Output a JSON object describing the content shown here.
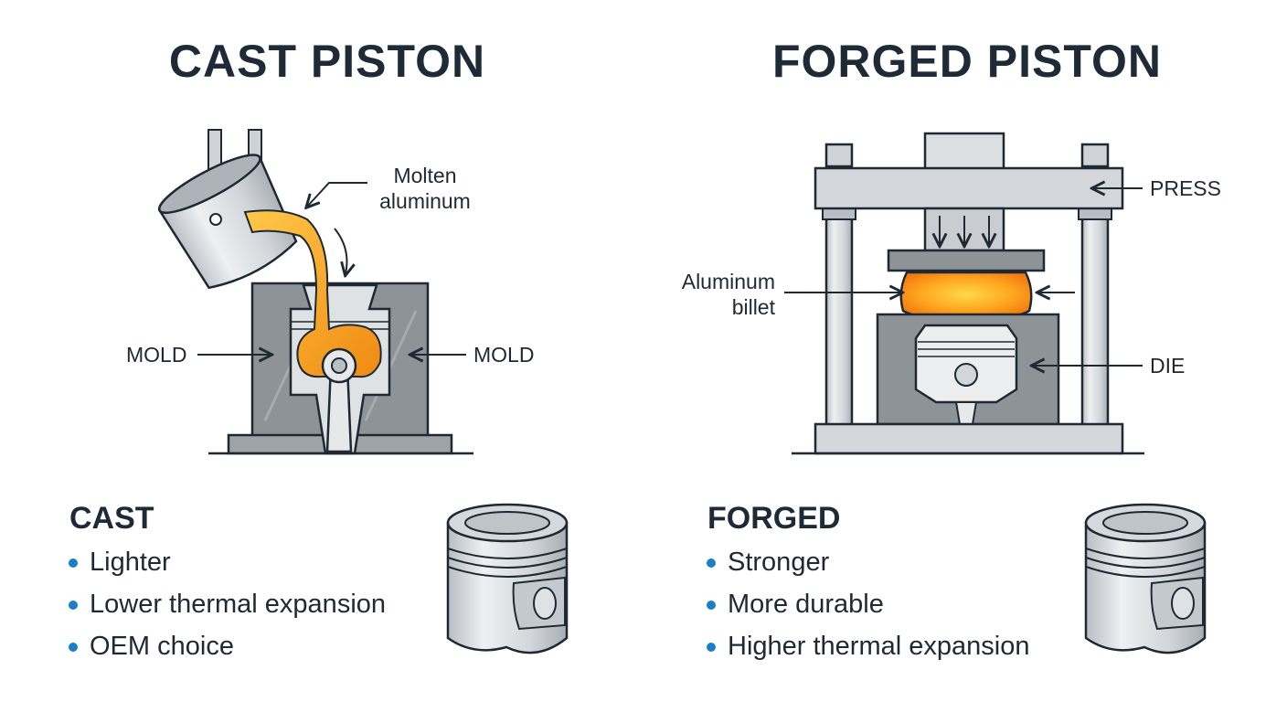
{
  "cast": {
    "title": "CAST PISTON",
    "labels": {
      "molten": "Molten aluminum",
      "mold_left": "MOLD",
      "mold_right": "MOLD"
    },
    "heading": "CAST",
    "bullets": [
      "Lighter",
      "Lower thermal expansion",
      "OEM choice"
    ]
  },
  "forged": {
    "title": "FORGED PISTON",
    "labels": {
      "press": "PRESS",
      "billet": "Aluminum billet",
      "die": "DIE"
    },
    "heading": "FORGED",
    "bullets": [
      "Stronger",
      "More durable",
      "Higher thermal expansion"
    ]
  },
  "colors": {
    "bullet": "#1a7fc8",
    "molten_metal": "#f59a1c",
    "steel": "#c7ccd1",
    "mold": "#8c9196",
    "outline": "#1f2933"
  }
}
